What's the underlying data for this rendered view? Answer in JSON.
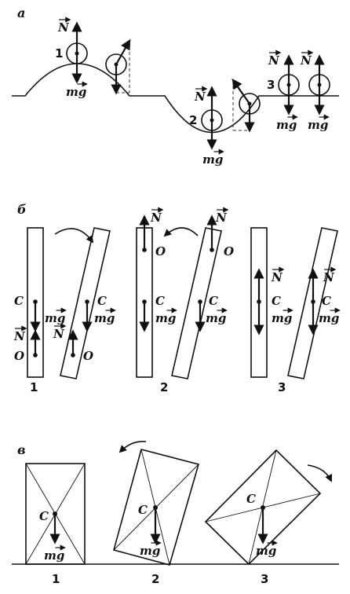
{
  "sections": {
    "a": "а",
    "b": "б",
    "v": "в"
  },
  "labels": {
    "N": "N",
    "mg": "mg",
    "C": "C",
    "O": "O",
    "n1": "1",
    "n2": "2",
    "n3": "3"
  },
  "colors": {
    "ink": "#111111",
    "background": "#ffffff"
  }
}
